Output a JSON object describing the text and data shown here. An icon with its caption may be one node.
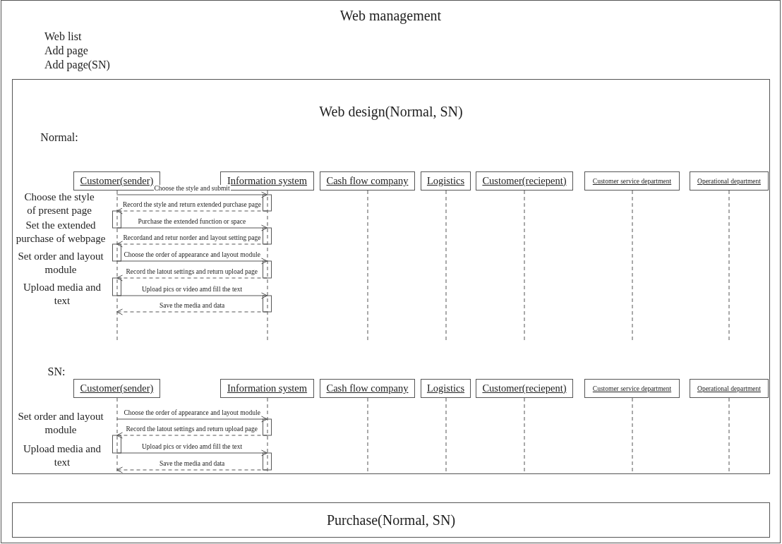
{
  "diagram": {
    "nodes": [
      {
        "text": [
          "Web management",
          "Web list",
          "Add page",
          "Add page(SN)"
        ]
      },
      {
        "text": [
          "Web design(Normal, SN)"
        ],
        "in": 0
      },
      {
        "text": [
          "Customer(sender)"
        ],
        "in": 1
      },
      {
        "text": [
          "Information system"
        ],
        "in": 1
      },
      {
        "text": [
          "Cash flow company"
        ],
        "in": 1
      },
      {
        "text": [
          "Logistics"
        ],
        "in": 1
      },
      {
        "text": [
          "Customer(reciepent)"
        ],
        "in": 1
      },
      {
        "text": [
          "Customer service department"
        ],
        "in": 1
      },
      {
        "text": [
          "Operational department"
        ],
        "in": 1
      },
      {
        "text": [
          "Customer(sender)"
        ],
        "in": 1
      },
      {
        "text": [
          "Information system"
        ],
        "in": 1
      },
      {
        "text": [
          "Cash flow company"
        ],
        "in": 1
      },
      {
        "text": [
          "Logistics"
        ],
        "in": 1
      },
      {
        "text": [
          "Customer(reciepent)"
        ],
        "in": 1
      },
      {
        "text": [
          "Customer service department"
        ],
        "in": 1
      },
      {
        "text": [
          "Operational department"
        ],
        "in": 1
      },
      {
        "text": [
          "Purchase(Normal, SN)"
        ],
        "in": 0
      }
    ],
    "edges": [
      {
        "from": 2,
        "to": 3,
        "arrow": "to",
        "label": "Choose the style and submit"
      },
      {
        "from": 3,
        "to": 2,
        "arrow": "to",
        "label": "Record the style and return extended purchase page",
        "style": "dashed"
      },
      {
        "from": 2,
        "to": 3,
        "arrow": "to",
        "label": "Purchase the extended function or space"
      },
      {
        "from": 3,
        "to": 2,
        "arrow": "to",
        "label": "Recordand and retur norder and layout setting page",
        "style": "dashed"
      },
      {
        "from": 2,
        "to": 3,
        "arrow": "to",
        "label": "Choose the order of appearance and layout module"
      },
      {
        "from": 3,
        "to": 2,
        "arrow": "to",
        "label": "Record the latout settings and return upload page",
        "style": "dashed"
      },
      {
        "from": 2,
        "to": 3,
        "arrow": "to",
        "label": "Upload pics or video amd fill the text"
      },
      {
        "from": 3,
        "to": 2,
        "arrow": "to",
        "label": "Save the media and data",
        "style": "dashed"
      },
      {
        "from": 9,
        "to": 10,
        "arrow": "to",
        "label": "Choose the order of appearance and layout module"
      },
      {
        "from": 10,
        "to": 9,
        "arrow": "to",
        "label": "Record the latout settings and return upload page",
        "style": "dashed"
      },
      {
        "from": 9,
        "to": 10,
        "arrow": "to",
        "label": "Upload pics or video amd fill the text"
      },
      {
        "from": 10,
        "to": 9,
        "arrow": "to",
        "label": "Save the media and data",
        "style": "dashed"
      }
    ],
    "labels": [
      "Normal:",
      "Choose the style of present page",
      "Set the extended purchase of webpage",
      "Set order and layout module",
      "Upload media and text",
      "SN:",
      "Set order and layout module",
      "Upload media and text"
    ]
  }
}
